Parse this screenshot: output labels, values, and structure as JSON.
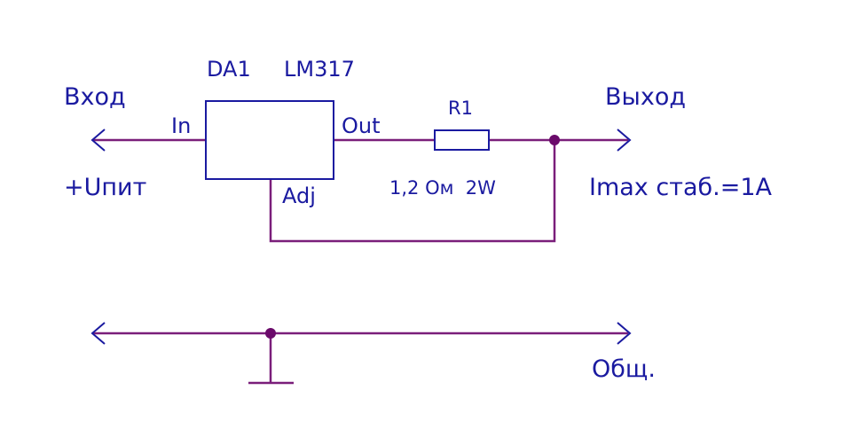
{
  "labels": {
    "chip": "DA1",
    "chip_model": "LM317",
    "input_title": "Вход",
    "input_voltage": "+Uпит",
    "pin_in": "In",
    "pin_out": "Out",
    "pin_adj": "Adj",
    "resistor_ref": "R1",
    "resistor_value": "1,2 Ом  2W",
    "output_title": "Выход",
    "output_current": "Imax стаб.=1A",
    "common": "Общ."
  },
  "colors": {
    "component": "#1a1aa0",
    "wire": "#7a1e7a",
    "node": "#6a0a6a"
  }
}
